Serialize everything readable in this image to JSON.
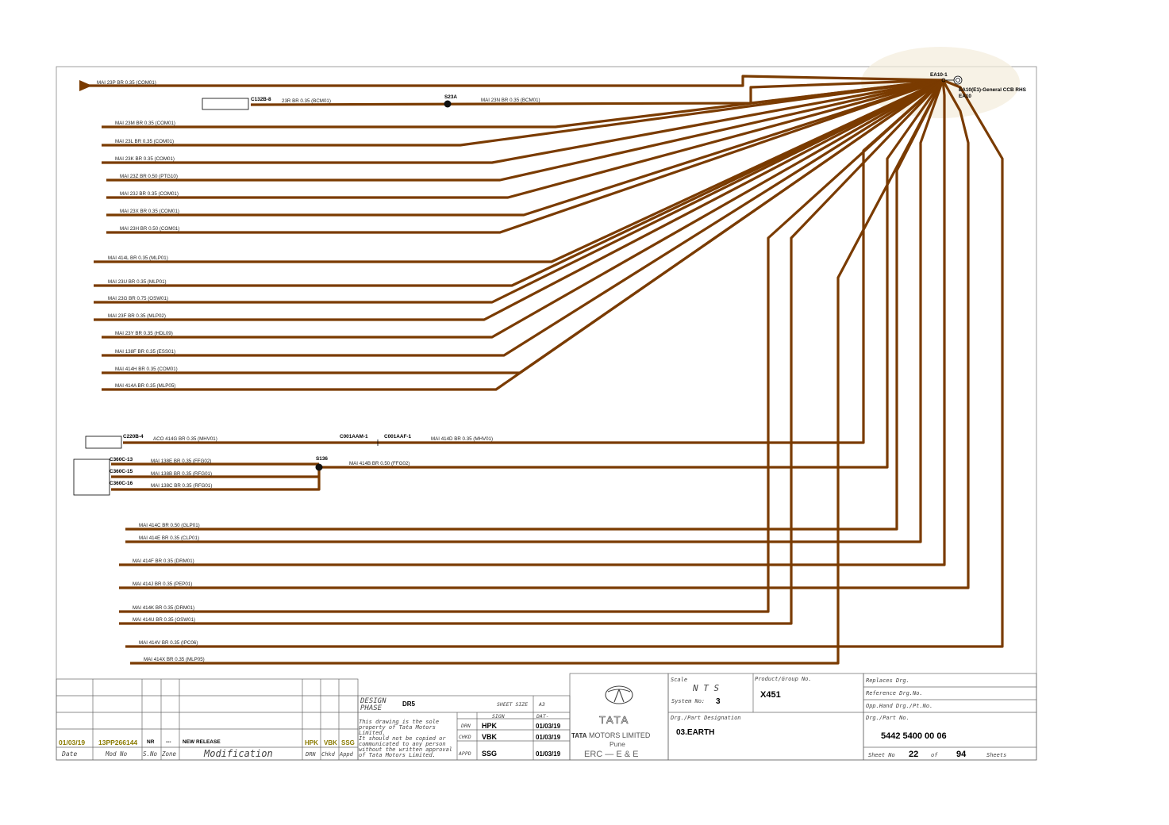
{
  "ground_point": {
    "id": "EA10-1",
    "name": "EA10(E1)-General CCB RHS",
    "sub": "EA10"
  },
  "wires": [
    {
      "label": "MAI   23P   BR   0.35   (COM01)"
    },
    {
      "label": "23R   BR   0.35   (BCM01)"
    },
    {
      "label": "MAI   23N   BR   0.35   (BCM01)"
    },
    {
      "label": "MAI   23M   BR   0.35   (COM01)"
    },
    {
      "label": "MAI   23L   BR   0.35   (COM01)"
    },
    {
      "label": "MAI   23K   BR   0.35   (COM01)"
    },
    {
      "label": "MAI   23Z   BR   0.50   (PTG10)"
    },
    {
      "label": "MAI   23J   BR   0.35   (COM01)"
    },
    {
      "label": "MAI   23X   BR   0.35   (COM01)"
    },
    {
      "label": "MAI   23H   BR   0.50   (COM01)"
    },
    {
      "label": "MAI   414L   BR   0.35   (MLP01)"
    },
    {
      "label": "MAI   23U   BR   0.35   (MLP01)"
    },
    {
      "label": "MAI   23G   BR   0.75   (OSW01)"
    },
    {
      "label": "MAI   23F   BR   0.35   (MLP02)"
    },
    {
      "label": "MAI   23Y   BR   0.35   (HDL09)"
    },
    {
      "label": "MAI   138F   BR   0.35   (ESS01)"
    },
    {
      "label": "MAI   414H   BR   0.35   (COM01)"
    },
    {
      "label": "MAI   414A   BR   0.35   (MLP05)"
    },
    {
      "label": "ACO   414G   BR   0.35   (MHV01)"
    },
    {
      "label": "MAI   414D   BR   0.35   (MHV01)"
    },
    {
      "label": "MAI   138E   BR   0.35   (FFG02)"
    },
    {
      "label": "MAI   138B   BR   0.35   (RFG01)"
    },
    {
      "label": "MAI   138C   BR   0.35   (RFG01)"
    },
    {
      "label": "MAI   414B   BR   0.50   (FFG02)"
    },
    {
      "label": "MAI   414C   BR   0.50   (GLP01)"
    },
    {
      "label": "MAI   414E   BR   0.35   (CLP01)"
    },
    {
      "label": "MAI   414F   BR   0.35   (DRM01)"
    },
    {
      "label": "MAI   414J   BR   0.35   (PEP01)"
    },
    {
      "label": "MAI   414K   BR   0.35   (DRM01)"
    },
    {
      "label": "MAI   414U   BR   0.35   (OSW01)"
    },
    {
      "label": "MAI   414V   BR   0.35   (IPC06)"
    },
    {
      "label": "MAI   414X   BR   0.35   (MLP05)"
    }
  ],
  "connectors": {
    "c132": "C132B-8",
    "s23a": "S23A",
    "c220": "C220B-4",
    "c001m": "C001AAM-1",
    "c001f": "C001AAF-1",
    "c360_13": "C360C-13",
    "c360_15": "C360C-15",
    "c360_16": "C360C-16",
    "s136": "S136"
  },
  "colors": {
    "wire": "#7a3b00",
    "paper": "#ffffff",
    "border": "#888888"
  },
  "title_block": {
    "revision": {
      "date": "01/03/19",
      "mod_no": "13PP266144",
      "s_no": "NR",
      "zone": "---",
      "modification": "NEW RELEASE",
      "drn": "HPK",
      "chkd": "VBK",
      "appd": "SSG"
    },
    "rev_headers": {
      "date": "Date",
      "mod_no": "Mod No",
      "s_no": "S.No",
      "zone": "Zone",
      "modification": "Modification",
      "drn": "DRN",
      "chkd": "Chkd",
      "appd": "Appd"
    },
    "design_phase_label_1": "DESIGN",
    "design_phase_label_2": "PHASE",
    "design_phase": "DR5",
    "sheet_size_label": "SHEET SIZE",
    "sheet_size": "A3",
    "sign_label": "SIGN",
    "date_label": "DAT-",
    "notice_lines": [
      "This drawing is the sole",
      "property of Tata Motors",
      "Limited.",
      "  It should not be copied or",
      "communicated to any person",
      "without the written approval",
      "of Tata Motors Limited."
    ],
    "roles": [
      {
        "role": "DRN",
        "sign": "HPK",
        "date": "01/03/19"
      },
      {
        "role": "CHKD",
        "sign": "VBK",
        "date": "01/03/19"
      },
      {
        "role": "APPD",
        "sign": "SSG",
        "date": "01/03/19"
      }
    ],
    "brand_logo": "TATA",
    "company": "MOTORS LIMITED",
    "city": "Pune",
    "dept": "ERC — E & E",
    "scale_label": "Scale",
    "scale": "N T S",
    "system_no_label": "System No:",
    "system_no": "3",
    "product_group_label": "Product/Group No.",
    "product_group": "X451",
    "part_designation_label": "Drg./Part Designation",
    "part_designation": "03.EARTH",
    "replaces_label": "Replaces Drg.",
    "reference_label": "Reference Drg.No.",
    "opp_hand_label": "Opp.Hand Drg./Pt.No.",
    "drg_part_no_label": "Drg./Part No.",
    "drg_part_no": "5442 5400 00 06",
    "sheet_no_label": "Sheet No",
    "sheet_no": "22",
    "of_label": "of",
    "total_sheets": "94",
    "sheets_label": "Sheets"
  }
}
